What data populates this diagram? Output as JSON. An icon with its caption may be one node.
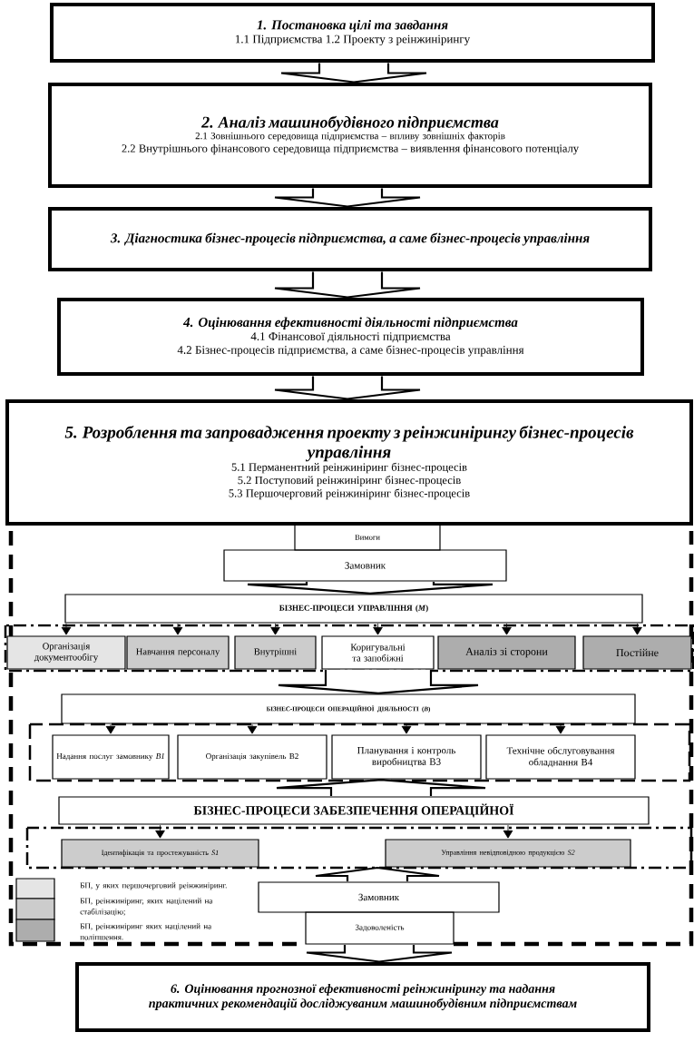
{
  "diagram": {
    "nodes": [
      {
        "text": [
          "1. Постановка цілі та завдання",
          "1.1 Підприємства 1.2 Проекту з реінжинірингу"
        ]
      },
      {
        "text": [
          "2. Аналіз машинобудівного підприємства",
          "2.1 Зовнішнього середовища підприємства – впливу зовнішніх факторів",
          "2.2 Внутрішнього фінансового середовища підприємства – виявлення фінансового потенціалу"
        ]
      },
      {
        "text": [
          "3. Діагностика бізнес-процесів підприємства, а саме бізнес-процесів управління"
        ]
      },
      {
        "text": [
          "4. Оцінювання ефективності діяльності підприємства",
          "4.1 Фінансової діяльності підприємства",
          "4.2 Бізнес-процесів підприємства, а саме бізнес-процесів управління"
        ]
      },
      {
        "text": [
          "5. Розроблення та запровадження проекту з реінжинірингу бізнес-процесів управління",
          "5.1 Перманентний реінжиніринг бізнес-процесів",
          "5.2 Поступовий реінжиніринг бізнес-процесів",
          "5.3 Першочерговий реінжиніринг бізнес-процесів"
        ]
      },
      {
        "text": [
          "Вимоги"
        ]
      },
      {
        "text": [
          "Замовник"
        ]
      },
      {
        "text": [
          "БІЗНЕС-ПРОЦЕСИ УПРАВЛІННЯ (*M*)"
        ]
      },
      {
        "text": [
          "Організація документообігу"
        ]
      },
      {
        "text": [
          "Навчання персоналу"
        ]
      },
      {
        "text": [
          "Внутрішні"
        ]
      },
      {
        "text": [
          "Коригувальні та запобіжні"
        ]
      },
      {
        "text": [
          "Аналіз зі сторони"
        ]
      },
      {
        "text": [
          "Постійне"
        ]
      },
      {
        "text": [
          "БІЗНЕС-ПРОЦЕСИ ОПЕРАЦІЙНОЇ ДІЯЛЬНОСТІ (*B*)"
        ]
      },
      {
        "text": [
          "Надання послуг замовнику *B1*"
        ]
      },
      {
        "text": [
          "Організація закупівель В2"
        ]
      },
      {
        "text": [
          "Планування і контроль виробництва В3"
        ]
      },
      {
        "text": [
          "Технічне обслуговування обладнання В4"
        ]
      },
      {
        "text": [
          "БІЗНЕС-ПРОЦЕСИ ЗАБЕЗПЕЧЕННЯ ОПЕРАЦІЙНОЇ"
        ]
      },
      {
        "text": [
          "Ідентифікація та простежуваність *S1*"
        ]
      },
      {
        "text": [
          "Управління невідповідною продукцією *S2*"
        ]
      },
      {
        "text": [
          "Замовник"
        ]
      },
      {
        "text": [
          "Задоволеність"
        ]
      },
      {
        "text": [
          "6. Оцінювання прогнозної ефективності реінжинірингу та надання практичних рекомендацій досліджуваним машинобудівним підприємствам"
        ]
      }
    ],
    "edges": [
      {
        "from": 0,
        "to": 1,
        "arrow": "to"
      },
      {
        "from": 1,
        "to": 2,
        "arrow": "to"
      },
      {
        "from": 2,
        "to": 3,
        "arrow": "to"
      },
      {
        "from": 3,
        "to": 4,
        "arrow": "to"
      },
      {
        "from": 6,
        "to": 7,
        "arrow": "to"
      },
      {
        "from": 7,
        "to": 8,
        "arrow": "to"
      },
      {
        "from": 7,
        "to": 9,
        "arrow": "to"
      },
      {
        "from": 7,
        "to": 10,
        "arrow": "to"
      },
      {
        "from": 7,
        "to": 11,
        "arrow": "to"
      },
      {
        "from": 7,
        "to": 12,
        "arrow": "to"
      },
      {
        "from": 7,
        "to": 13,
        "arrow": "to"
      },
      {
        "from": 11,
        "to": 14,
        "arrow": "to"
      },
      {
        "from": 14,
        "to": 15,
        "arrow": "to"
      },
      {
        "from": 14,
        "to": 16,
        "arrow": "to"
      },
      {
        "from": 14,
        "to": 17,
        "arrow": "to"
      },
      {
        "from": 14,
        "to": 18,
        "arrow": "to"
      },
      {
        "from": 19,
        "to": 17,
        "arrow": "to"
      },
      {
        "from": 19,
        "to": 20,
        "arrow": "to"
      },
      {
        "from": 19,
        "to": 21,
        "arrow": "to"
      },
      {
        "from": 22,
        "to": null,
        "arrow": "to"
      },
      {
        "from": 23,
        "to": 24,
        "arrow": "to"
      }
    ],
    "legend": [
      {
        "text": "БП, у яких першочерговий реінжиніринг."
      },
      {
        "text": "БП, реінжиніринг, яких націлений на стабілізацію;"
      },
      {
        "text": "БП, реінжиніринг яких націлений на поліпшення."
      }
    ]
  }
}
